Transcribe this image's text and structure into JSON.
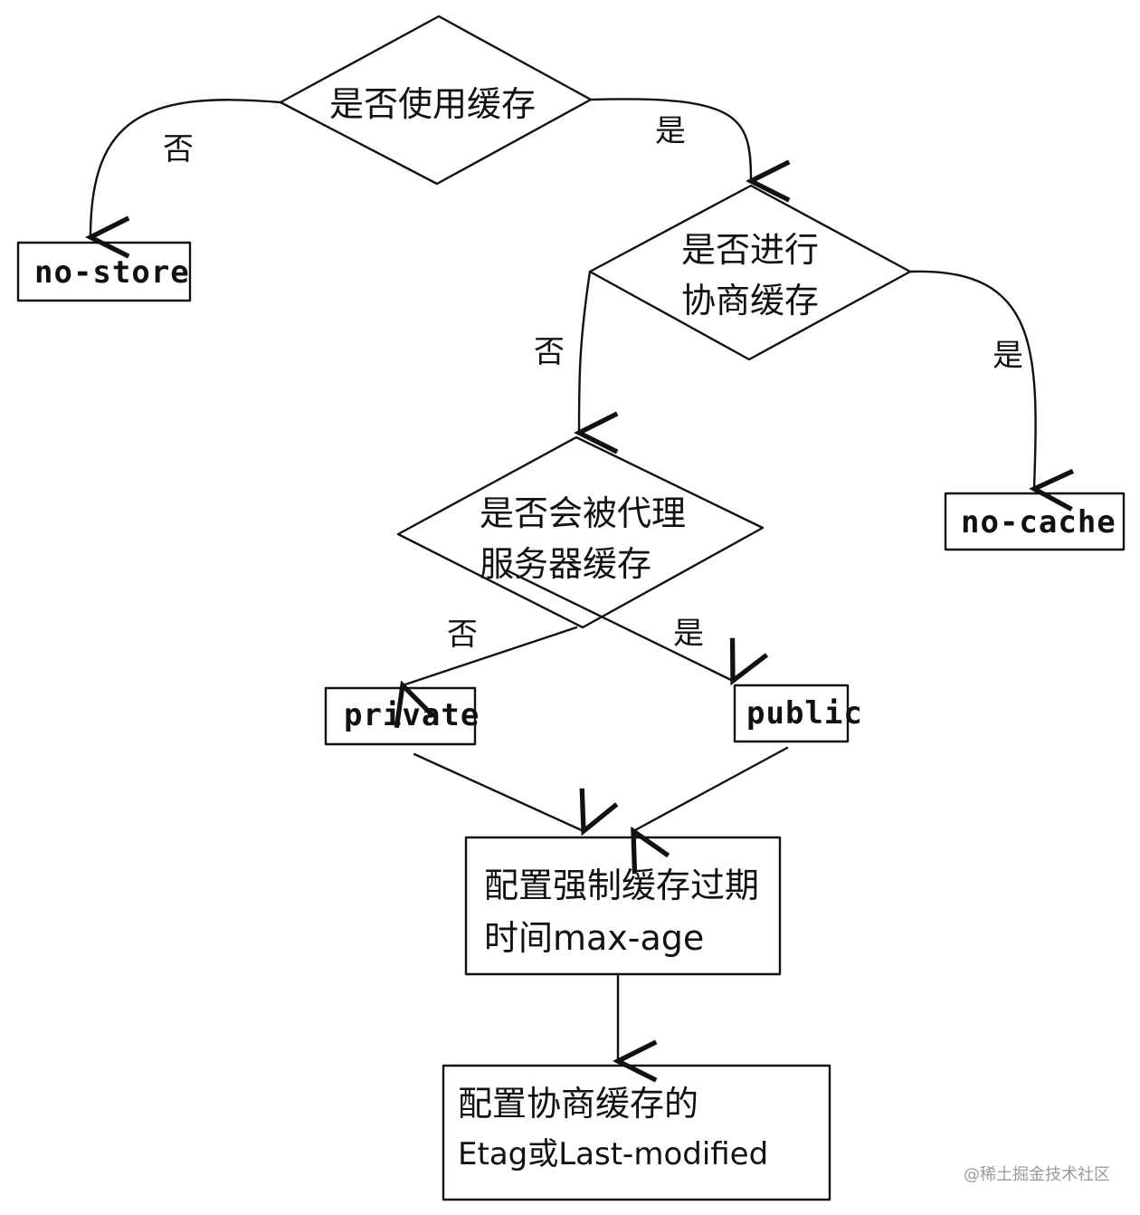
{
  "diagram": {
    "decision_use_cache": "是否使用缓存",
    "decision_negotiate": [
      "是否进行",
      "协商缓存"
    ],
    "decision_proxy": [
      "是否会被代理",
      "服务器缓存"
    ],
    "node_no_store": "no-store",
    "node_no_cache": "no-cache",
    "node_private": "private",
    "node_public": "public",
    "node_max_age": [
      "配置强制缓存过期",
      "时间max-age"
    ],
    "node_etag": [
      "配置协商缓存的",
      "Etag或Last-modified"
    ],
    "label_no": "否",
    "label_yes": "是"
  },
  "watermark": "@稀土掘金技术社区"
}
